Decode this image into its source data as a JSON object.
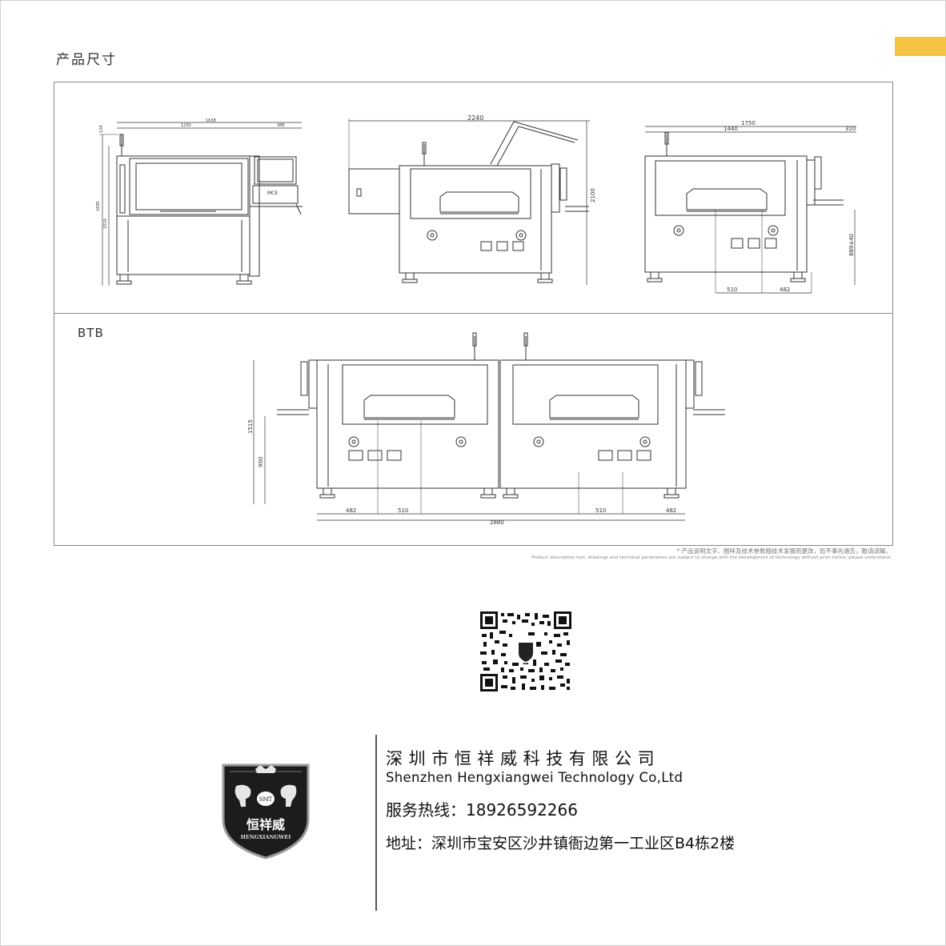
{
  "section_title": "产品尺寸",
  "btb_label": "BTB",
  "colors": {
    "accent_tab": "#f5c542",
    "title_highlight": "#a9dcf0",
    "line": "#333333"
  },
  "drawings": {
    "front_view": {
      "dims": [
        "1638",
        "1250",
        "388",
        "120",
        "1695",
        "1510"
      ]
    },
    "side_view": {
      "dims": [
        "2240",
        "2100"
      ]
    },
    "side_view_2": {
      "dims": [
        "1750",
        "1440",
        "310",
        "889±40",
        "510",
        "482"
      ]
    },
    "btb_view": {
      "dims": [
        "1515",
        "900",
        "482",
        "510",
        "510",
        "482",
        "2880"
      ]
    }
  },
  "disclaimer": {
    "cn": "* 产品说明文字、图样及技术参数随技术发展而更改，恕不事先通告，敬请谅解。",
    "en": "Product description text, drawings and technical parameters are subject to change with the development of technology without prior notice, please understand."
  },
  "qr_code": {
    "icon": "qr-code-icon",
    "center_logo": "shield-logo-icon"
  },
  "logo": {
    "icon": "company-shield-logo",
    "text_smt": "SMT",
    "text_cn": "恒祥威",
    "text_en": "HENGXIANGWEI"
  },
  "company": {
    "name_cn": "深圳市恒祥威科技有限公司",
    "name_en": "Shenzhen Hengxiangwei Technology Co,Ltd",
    "hotline": "服务热线：18926592266",
    "address": "地址：深圳市宝安区沙井镇衙边第一工业区B4栋2楼"
  }
}
